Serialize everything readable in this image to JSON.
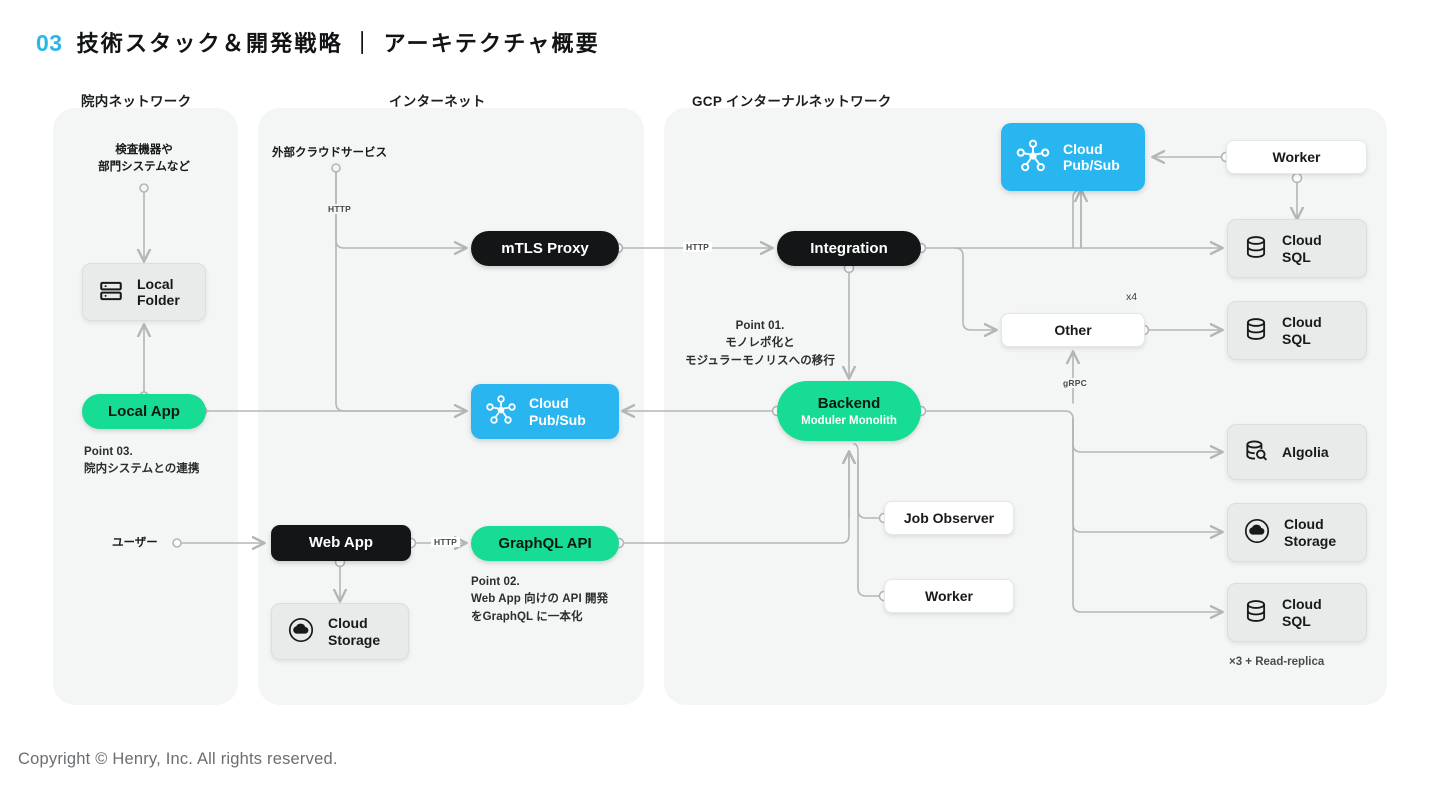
{
  "slide": {
    "number": "03",
    "title": "技術スタック＆開発戦略 ｜ アーキテクチャ概要",
    "footer": "Copyright © Henry, Inc. All rights reserved."
  },
  "zones": [
    {
      "label": "院内ネットワーク"
    },
    {
      "label": "インターネット"
    },
    {
      "label": "GCP インターナルネットワーク"
    }
  ],
  "sources": [
    {
      "label": "検査機器や\n部門システムなど"
    },
    {
      "label": "外部クラウドサービス"
    },
    {
      "label": "ユーザー"
    }
  ],
  "nodes": {
    "local_folder": {
      "label": "Local\nFolder",
      "icon": "server-rack-icon"
    },
    "local_app": {
      "label": "Local App"
    },
    "mtls_proxy": {
      "label": "mTLS Proxy"
    },
    "pubsub_internet": {
      "label": "Cloud\nPub/Sub",
      "icon": "pubsub-hub-icon"
    },
    "web_app": {
      "label": "Web App"
    },
    "cloud_storage_internet": {
      "label": "Cloud\nStorage",
      "icon": "cloud-storage-icon"
    },
    "graphql_api": {
      "label": "GraphQL API"
    },
    "integration": {
      "label": "Integration"
    },
    "backend": {
      "label": "Backend",
      "sub": "Moduler Monolith"
    },
    "job_observer": {
      "label": "Job Observer"
    },
    "worker_bottom": {
      "label": "Worker"
    },
    "other": {
      "label": "Other"
    },
    "pubsub_gcp": {
      "label": "Cloud\nPub/Sub",
      "icon": "pubsub-hub-icon"
    },
    "worker_top": {
      "label": "Worker"
    },
    "cloud_sql_1": {
      "label": "Cloud\nSQL",
      "icon": "database-icon"
    },
    "cloud_sql_2": {
      "label": "Cloud\nSQL",
      "icon": "database-icon"
    },
    "algolia": {
      "label": "Algolia",
      "icon": "database-search-icon"
    },
    "cloud_storage_gcp": {
      "label": "Cloud\nStorage",
      "icon": "cloud-storage-icon"
    },
    "cloud_sql_3": {
      "label": "Cloud\nSQL",
      "icon": "database-icon"
    }
  },
  "captions": {
    "point01": "Point 01.\nモノレポ化と\nモジュラーモノリスへの移行",
    "point02": "Point 02.\nWeb App 向けの API 開発\nをGraphQL に一本化",
    "point03": "Point 03.\n院内システムとの連携",
    "read_replica": "×3 + Read-replica",
    "other_mult": "x4"
  },
  "edge_labels": {
    "http_external": "HTTP",
    "http_proxy_integration": "HTTP",
    "http_webapp_graphql": "HTTP",
    "grpc_other": "gRPC"
  },
  "colors": {
    "accent_number": "#29b6e8",
    "green": "#17dc93",
    "blue": "#29b6f0",
    "dark": "#141516",
    "zone_bg": "#f4f5f5",
    "wire": "#b3b6b8"
  }
}
